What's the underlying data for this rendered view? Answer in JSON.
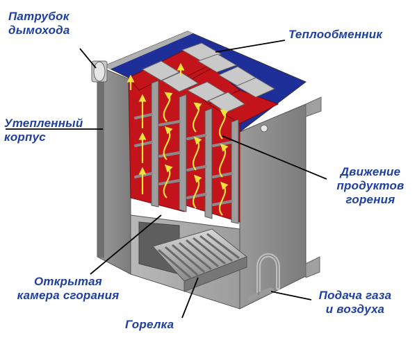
{
  "labels": {
    "flue_pipe": "Патрубок\nдымохода",
    "heat_exchanger": "Теплообменник",
    "insulated_casing": "Утепленный\nкорпус",
    "combustion_flow": "Движение\nпродуктов\nгорения",
    "open_chamber": "Открытая\nкамера сгорания",
    "gas_air_supply": "Подача газа\nи воздуха",
    "burner": "Горелка"
  },
  "colors": {
    "label_text": "#1f3f9e",
    "heat_channel": "#c4141b",
    "top_insulation": "#1f2f9a",
    "flow_arrow": "#f2e23a",
    "casing": "#8d8d8d",
    "leader_line": "#000000"
  }
}
